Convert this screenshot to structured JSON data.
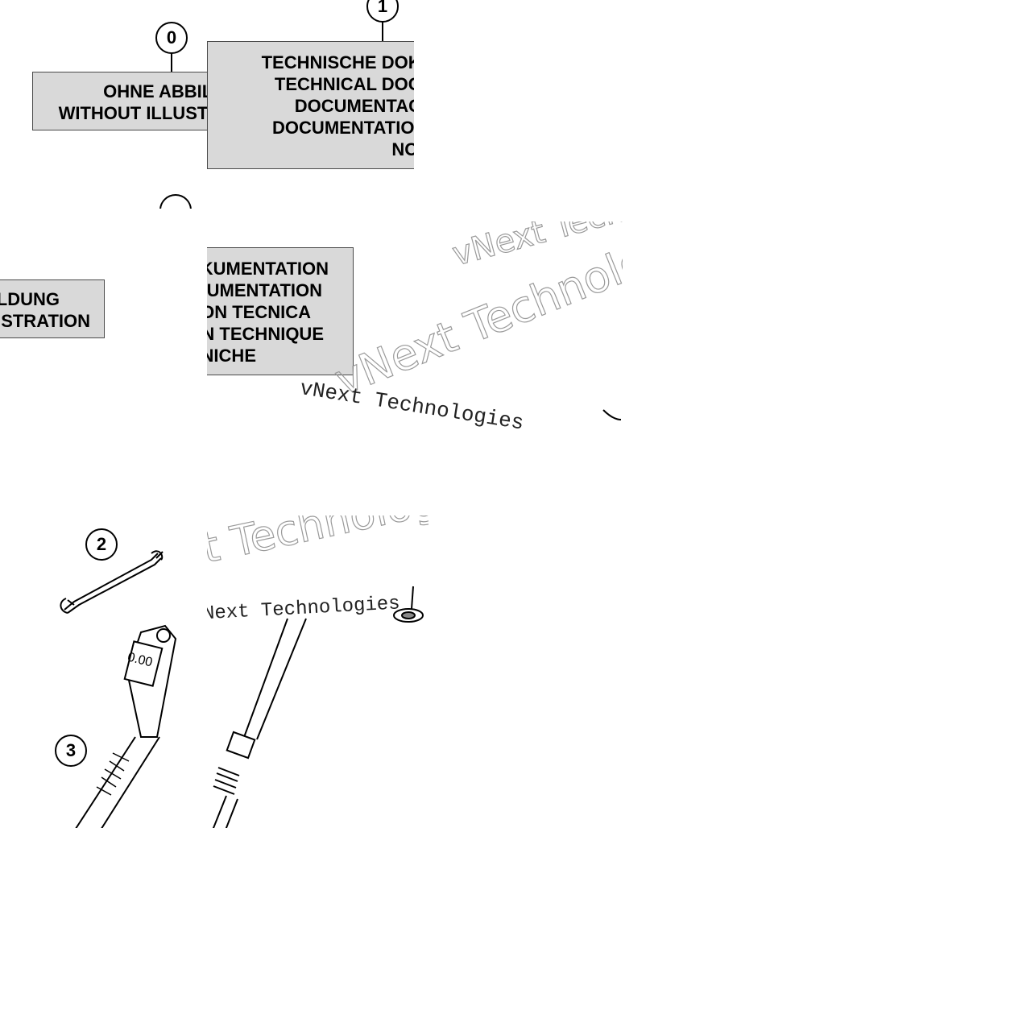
{
  "callouts": {
    "item0": "0",
    "item1": "1",
    "item2": "2",
    "item3": "3"
  },
  "labels": {
    "without_illustration": {
      "line1": "OHNE ABBILDUNG",
      "line2": "WITHOUT ILLUSTRATION"
    },
    "technical_documentation": {
      "line1": "TECHNISCHE DOKUMENTATION",
      "line2": "TECHNICAL DOCUMENTATION",
      "line3": "DOCUMENTACION TECNICA",
      "line4": "DOCUMENTATION TECHNIQUE",
      "line5": "NOTE TECNICHE"
    }
  },
  "torque_display": "0.00",
  "watermark": {
    "text": "vNext Technologies"
  }
}
